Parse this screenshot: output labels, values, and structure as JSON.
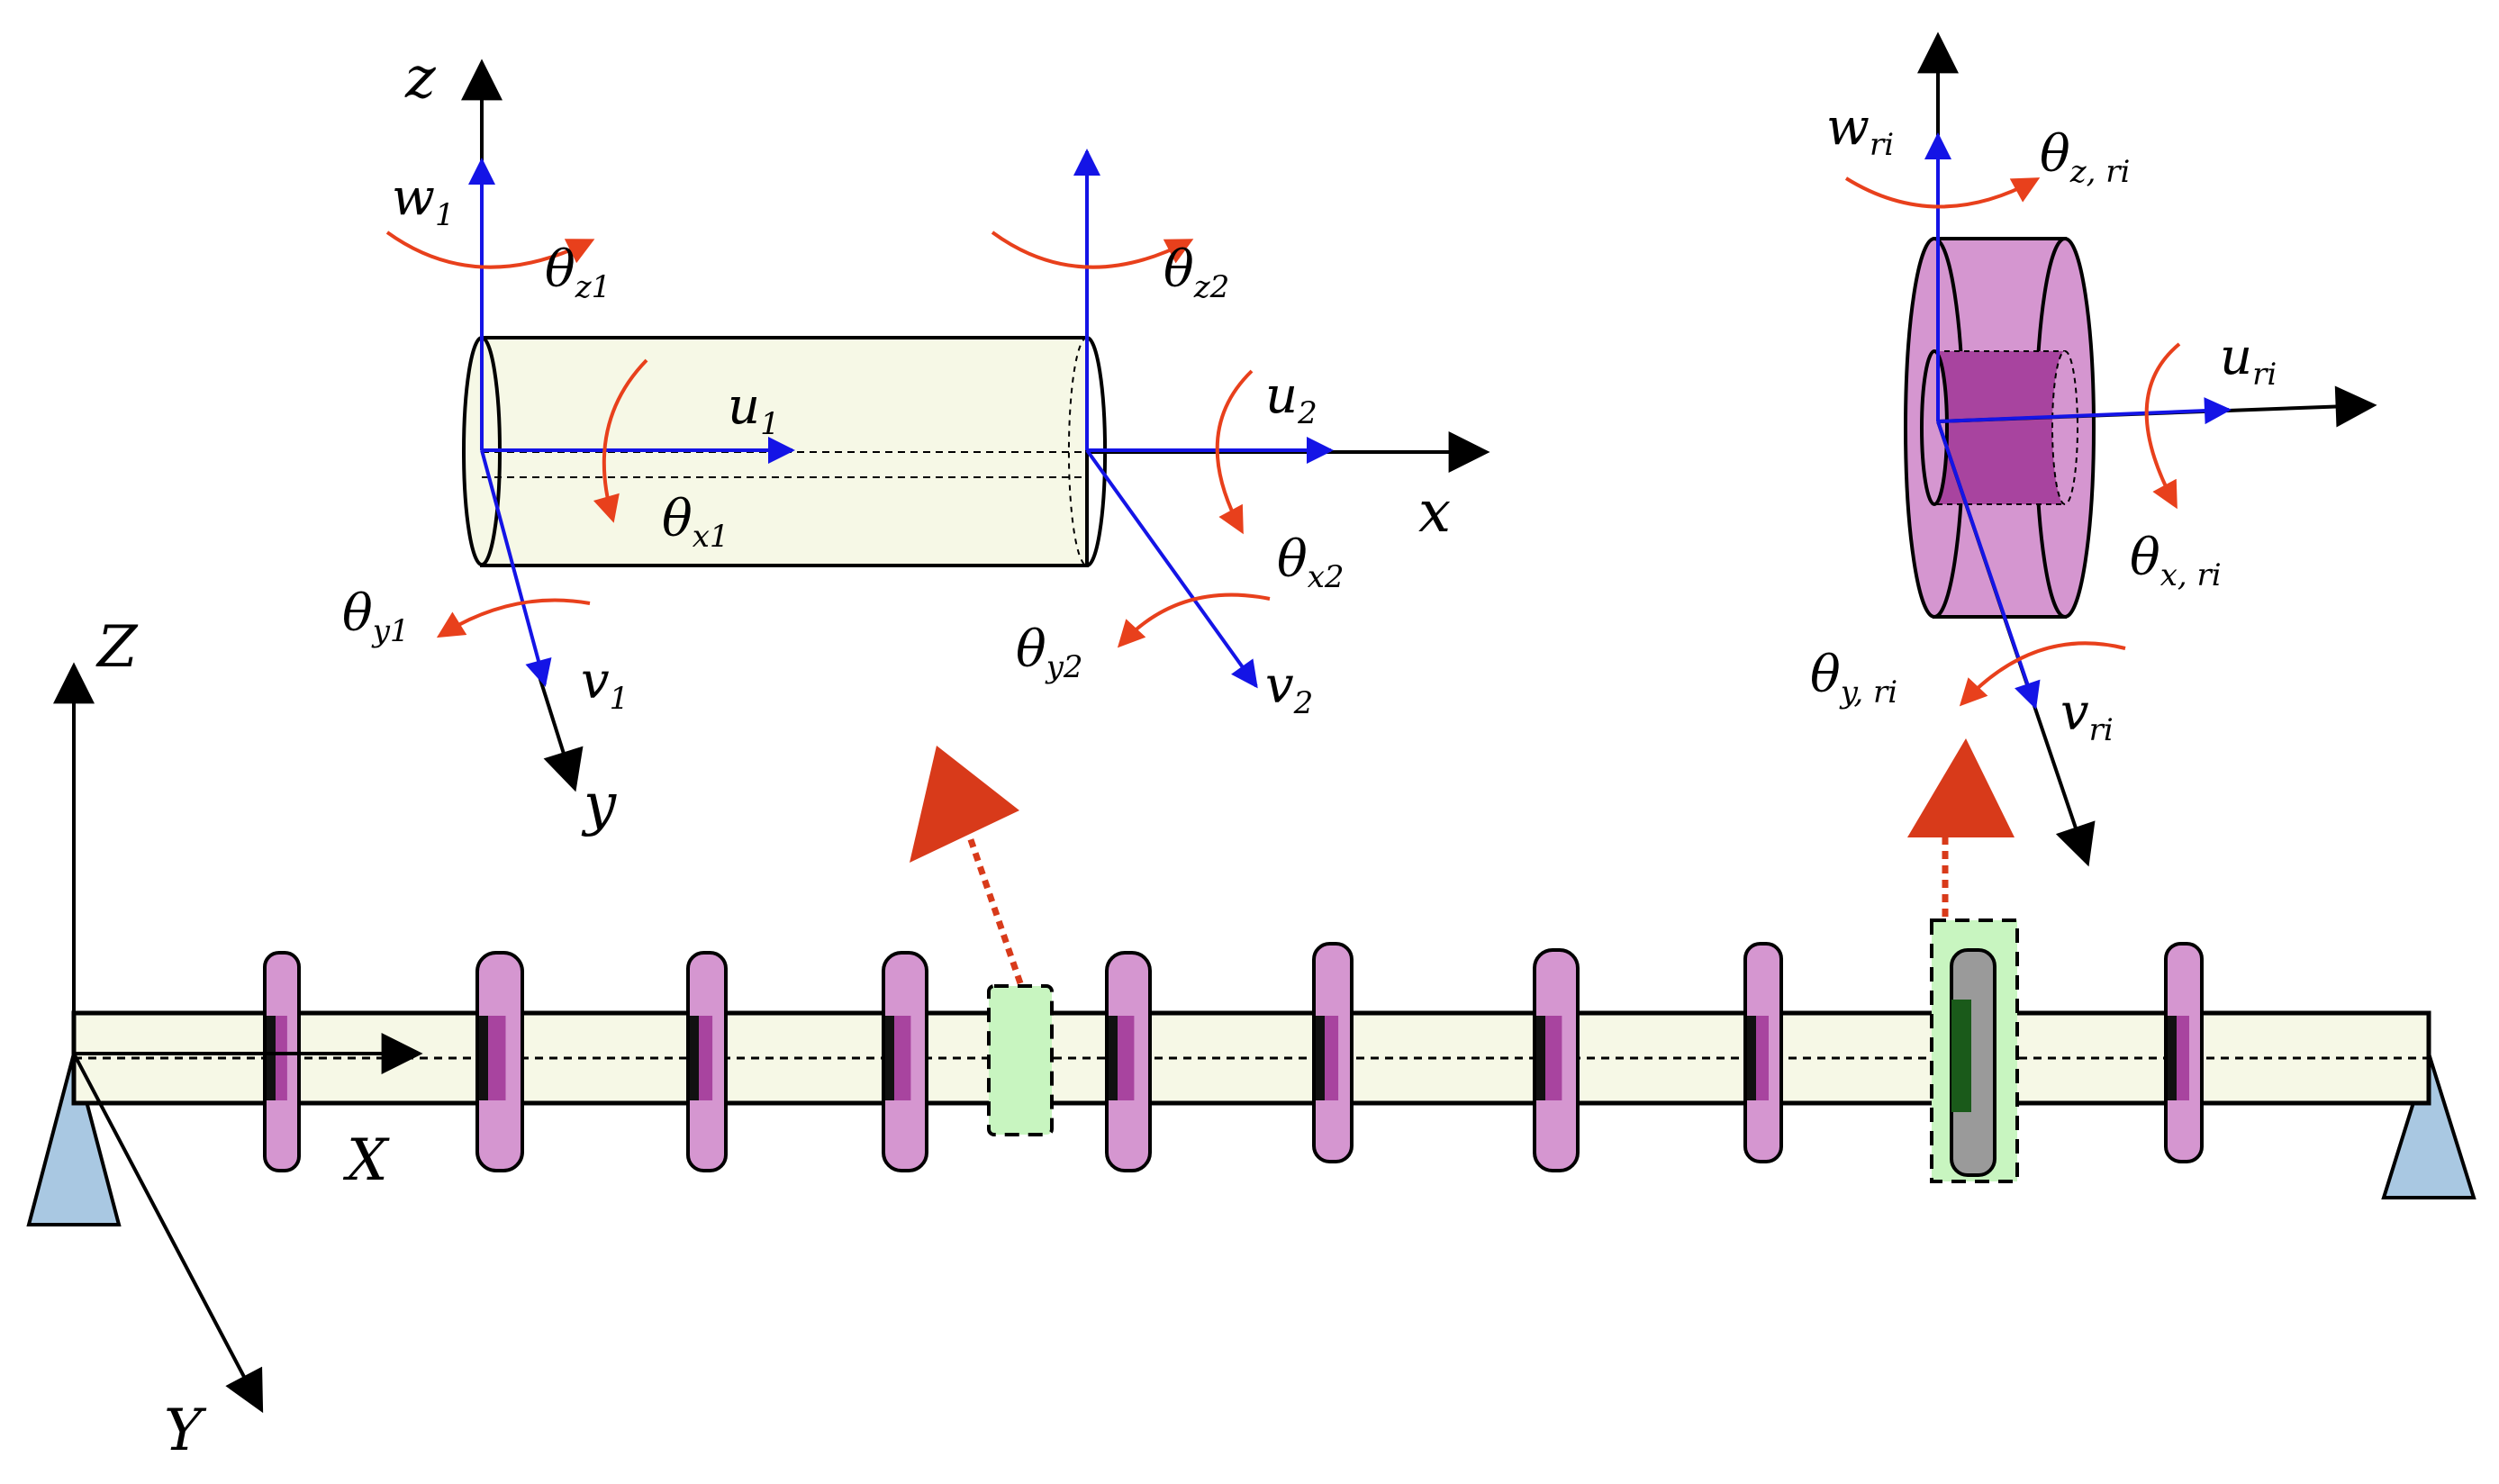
{
  "colors": {
    "blue_axis": "#1414e6",
    "red_arrow": "#e8401c",
    "beam_fill": "#f6f8e6",
    "disk_fill": "#d596d0",
    "disk_dark": "#a8449f",
    "support_fill": "#a9c8e2",
    "highlight_fill": "#c8f5c0",
    "pointer_red": "#d83a1a"
  },
  "global_axes": {
    "X": "X",
    "Y": "Y",
    "Z": "Z"
  },
  "element": {
    "x": "x",
    "y": "y",
    "z": "z",
    "u1": {
      "base": "u",
      "sub": "1"
    },
    "v1": {
      "base": "v",
      "sub": "1"
    },
    "w1": {
      "base": "w",
      "sub": "1"
    },
    "u2": {
      "base": "u",
      "sub": "2"
    },
    "v2": {
      "base": "v",
      "sub": "2"
    },
    "theta_x1": {
      "base": "θ",
      "sub": "x1"
    },
    "theta_y1": {
      "base": "θ",
      "sub": "y1"
    },
    "theta_z1": {
      "base": "θ",
      "sub": "z1"
    },
    "theta_x2": {
      "base": "θ",
      "sub": "x2"
    },
    "theta_y2": {
      "base": "θ",
      "sub": "y2"
    },
    "theta_z2": {
      "base": "θ",
      "sub": "z2"
    }
  },
  "disk": {
    "u": {
      "base": "u",
      "sub": "ri"
    },
    "v": {
      "base": "v",
      "sub": "ri"
    },
    "w": {
      "base": "w",
      "sub": "ri"
    },
    "theta_x": {
      "base": "θ",
      "sub": "x, ri"
    },
    "theta_y": {
      "base": "θ",
      "sub": "y, ri"
    },
    "theta_z": {
      "base": "θ",
      "sub": "z, ri"
    }
  }
}
